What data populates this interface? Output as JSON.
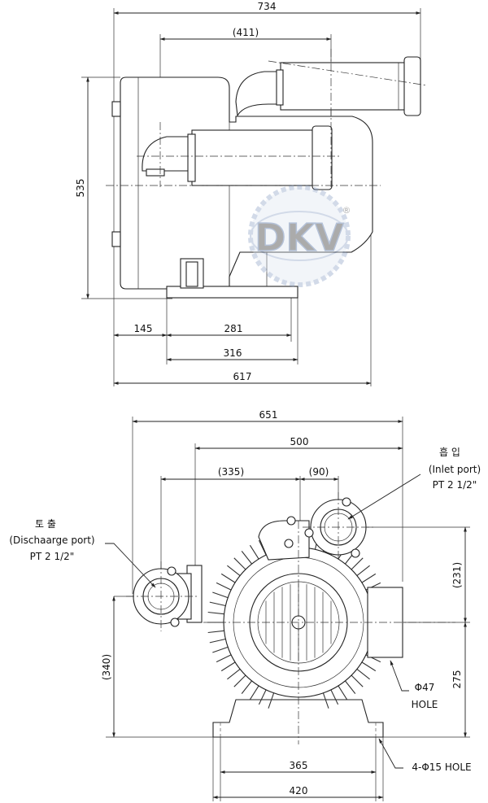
{
  "top_view": {
    "dim_overall_width": "734",
    "dim_port_spacing": "(411)",
    "dim_height": "535",
    "dim_left_offset": "145",
    "dim_base_holes": "281",
    "dim_base_width": "316",
    "dim_overall_depth": "617"
  },
  "front_view": {
    "dim_total_width": "651",
    "dim_inlet_offset": "500",
    "dim_port_offset": "(335)",
    "dim_inlet_center": "(90)",
    "dim_inlet_height": "(231)",
    "dim_axis_height": "275",
    "dim_outlet_height": "(340)",
    "dim_foot_holes": "365",
    "dim_foot_width": "420",
    "inlet_label_ko": "흡 입",
    "inlet_label_en": "(Inlet port)",
    "inlet_spec": "PT 2 1/2\"",
    "outlet_label_ko": "토 출",
    "outlet_label_en": "(Dischaarge port)",
    "outlet_spec": "PT 2 1/2\"",
    "hole_callout_1": "Φ47",
    "hole_callout_2": "HOLE",
    "foot_hole_callout": "4-Φ15 HOLE"
  },
  "watermark": {
    "text": "DKV",
    "mark": "®",
    "color": "#2a4f8f"
  }
}
